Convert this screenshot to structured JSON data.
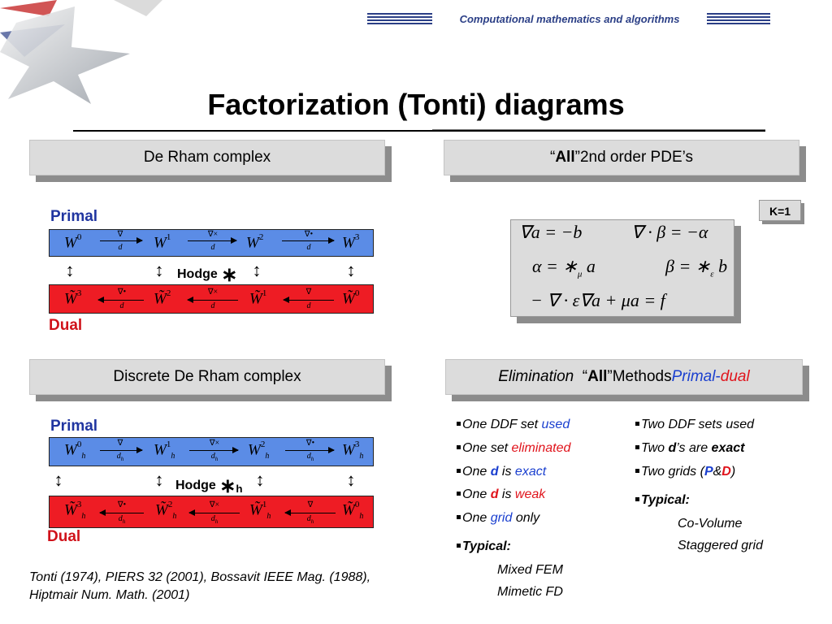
{
  "header": {
    "course": "Computational mathematics and algorithms"
  },
  "title": "Factorization (Tonti) diagrams",
  "panels": {
    "de_rham": "De Rham complex",
    "all_pde": {
      "quote_open": "“",
      "all": "All",
      "quote_close": "”",
      "rest": " 2nd order PDE’s"
    },
    "discrete": "Discrete De Rham complex",
    "methods": {
      "elimination": "Elimination",
      "quote_open": "“",
      "all": "All",
      "quote_close": "”",
      "methods": " Methods ",
      "primal": "Primal",
      "dash": "-",
      "dual": "dual"
    }
  },
  "labels": {
    "primal": "Primal",
    "dual": "Dual",
    "hodge": "Hodge",
    "hodge_sub": "h",
    "k1": "K=1"
  },
  "diagram_continuous": {
    "primal": [
      "W",
      "W",
      "W",
      "W"
    ],
    "primal_degrees": [
      "0",
      "1",
      "2",
      "3"
    ],
    "primal_ops": [
      {
        "top": "∇",
        "bottom": "d"
      },
      {
        "top": "∇×",
        "bottom": "d"
      },
      {
        "top": "∇•",
        "bottom": "d"
      }
    ],
    "dual": [
      "W̃",
      "W̃",
      "W̃",
      "W̃"
    ],
    "dual_degrees": [
      "3",
      "2",
      "1",
      "0"
    ],
    "dual_ops": [
      {
        "top": "∇•",
        "bottom": "d"
      },
      {
        "top": "∇×",
        "bottom": "d"
      },
      {
        "top": "∇",
        "bottom": "d"
      }
    ]
  },
  "diagram_discrete": {
    "subscript": "h",
    "primal": [
      "W",
      "W",
      "W",
      "W"
    ],
    "primal_degrees": [
      "0",
      "1",
      "2",
      "3"
    ],
    "primal_ops": [
      {
        "top": "∇",
        "bottom": "d",
        "sub": "h"
      },
      {
        "top": "∇×",
        "bottom": "d",
        "sub": "h"
      },
      {
        "top": "∇•",
        "bottom": "d",
        "sub": "h"
      }
    ],
    "dual": [
      "W̃",
      "W̃",
      "W̃",
      "W̃"
    ],
    "dual_degrees": [
      "3",
      "2",
      "1",
      "0"
    ],
    "dual_ops": [
      {
        "top": "∇•",
        "bottom": "d",
        "sub": "h"
      },
      {
        "top": "∇×",
        "bottom": "d",
        "sub": "h"
      },
      {
        "top": "∇",
        "bottom": "d",
        "sub": "h"
      }
    ]
  },
  "equations": {
    "e1": "∇a = −b",
    "e2": "∇ · β = −α",
    "e3a": "α = ∗",
    "e3a_sub": "μ",
    "e3b": " a",
    "e4a": "β = ∗",
    "e4a_sub": "ε",
    "e4b": " b",
    "e5": "− ∇ · ε∇a + μa = f"
  },
  "left_list": {
    "b1": {
      "t1": "One DDF set ",
      "t2": "used"
    },
    "b2": {
      "t1": "One set ",
      "t2": "eliminated"
    },
    "b3": {
      "t1": "One ",
      "t2": "d",
      "t3": " is ",
      "t4": "exact"
    },
    "b4": {
      "t1": "One ",
      "t2": "d",
      "t3": " is ",
      "t4": "weak"
    },
    "b5": {
      "t1": "One ",
      "t2": "grid",
      "t3": " only"
    },
    "typical": "Typical:",
    "typ1": "Mixed FEM",
    "typ2": "Mimetic FD"
  },
  "right_list": {
    "b1": "Two DDF sets used",
    "b2": {
      "t1": "Two ",
      "t2": "d",
      "t3": "’s are ",
      "t4": "exact"
    },
    "b3": {
      "t1": "Two grids (",
      "t2": "P",
      "t3": "&",
      "t4": "D",
      "t5": ")"
    },
    "typical": "Typical:",
    "typ1": "Co-Volume",
    "typ2": "Staggered grid"
  },
  "citation": "Tonti (1974), PIERS 32 (2001), Bossavit  IEEE Mag. (1988), Hiptmair Num. Math. (2001)",
  "colors": {
    "primal_bar": "#5b8ce6",
    "dual_bar": "#ee1c24",
    "accent_blue": "#1a3fcf",
    "accent_red": "#e0141c"
  }
}
